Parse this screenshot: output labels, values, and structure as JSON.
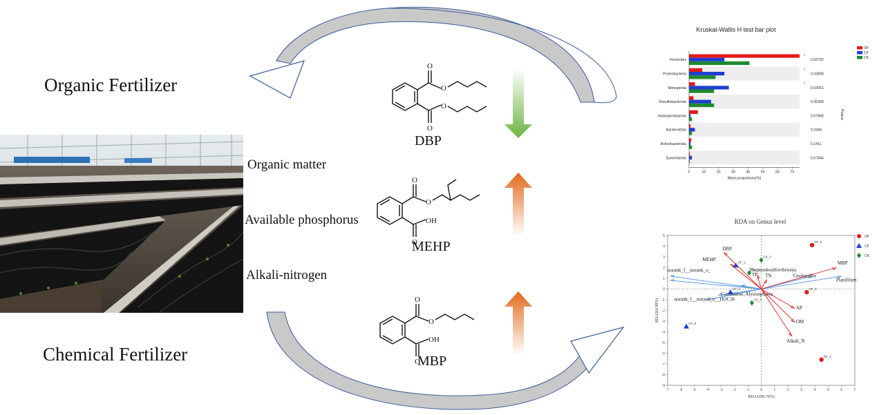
{
  "labels": {
    "organic": "Organic Fertilizer",
    "chemical": "Chemical Fertilizer",
    "factors": [
      "Organic matter",
      "Available phosphorus",
      "Alkali-nitrogen"
    ]
  },
  "chemicals": [
    {
      "name": "DBP",
      "trend": "down",
      "substituent": "O"
    },
    {
      "name": "MEHP",
      "trend": "up",
      "substituent": "OH"
    },
    {
      "name": "MBP",
      "trend": "up",
      "substituent": "OH"
    }
  ],
  "colors": {
    "OF": "#e31a1c",
    "CF": "#1f3fd0",
    "CK": "#1e8a2e",
    "arrow_green": "#74b94a",
    "arrow_orange": "#e27a2a",
    "env_arrow": "#e31a1c",
    "species_arrow": "#4a90e2"
  },
  "chart_data": [
    {
      "type": "bar",
      "orientation": "horizontal",
      "title": "Kruskal-Wallis H test bar plot",
      "xlabel": "Mean proportions(%)",
      "ylabel": "",
      "right_axis_label": "Pvalue",
      "xlim": [
        0,
        75
      ],
      "xticks": [
        0,
        10,
        20,
        30,
        40,
        50,
        60,
        70
      ],
      "categories": [
        "Firmicutes",
        "Proteobacteria",
        "Nitrospirota",
        "Desulfobacterota",
        "Halanaerobiaeota",
        "Bacteroidota",
        "Actinobacteriota",
        "Sumerlaeota"
      ],
      "series": [
        {
          "name": "OF",
          "values": [
            75,
            9,
            4,
            3,
            6,
            1,
            1.5,
            0.5
          ]
        },
        {
          "name": "CF",
          "values": [
            24,
            24,
            27,
            15,
            1,
            4,
            1,
            2
          ]
        },
        {
          "name": "CK",
          "values": [
            41,
            18,
            17,
            17,
            2,
            2,
            2,
            0.5
          ]
        }
      ],
      "pvalues": [
        "0.02732",
        "0.03899",
        "0.02651",
        "0.05358",
        "0.07868",
        "0.2444",
        "0.1411",
        "0.07844"
      ],
      "significant": [
        true,
        true,
        true,
        false,
        false,
        false,
        false,
        false
      ],
      "significance_mark": "*",
      "legend": "top-right"
    },
    {
      "type": "scatter",
      "title": "RDA on Genus level",
      "xlabel": "RDA1(80.70%)",
      "ylabel": "RDA2(6.98%)",
      "xlim": [
        -7,
        7
      ],
      "ylim": [
        -9,
        5
      ],
      "xticks": [
        -7,
        -6,
        -5,
        -4,
        -3,
        -2,
        -1,
        0,
        1,
        2,
        3,
        4,
        5,
        6,
        7
      ],
      "yticks": [
        5,
        4,
        3,
        2,
        1,
        0,
        -1,
        -2,
        -3,
        -4,
        -5,
        -6,
        -7,
        -8,
        -9
      ],
      "series": [
        {
          "name": "OF",
          "marker": "circle",
          "points": [
            {
              "label": "OF_2",
              "x": 3.8,
              "y": 4.1
            },
            {
              "label": "OF_3",
              "x": 3.4,
              "y": -0.3
            },
            {
              "label": "OF_1",
              "x": 4.5,
              "y": -6.6
            }
          ]
        },
        {
          "name": "CF",
          "marker": "triangle",
          "points": [
            {
              "label": "CF_2",
              "x": -1.9,
              "y": 2.2
            },
            {
              "label": "CF_1",
              "x": -2.3,
              "y": -0.3
            },
            {
              "label": "CF_3",
              "x": -5.6,
              "y": -3.5
            }
          ]
        },
        {
          "name": "CK",
          "marker": "diamond",
          "points": [
            {
              "label": "CK_3",
              "x": 0.0,
              "y": 2.7
            },
            {
              "label": "CK_1",
              "x": -0.9,
              "y": 1.5
            },
            {
              "label": "CK_2",
              "x": -0.7,
              "y": -1.3
            }
          ]
        }
      ],
      "env_vectors": [
        {
          "name": "DBP",
          "x": -2.8,
          "y": 3.4
        },
        {
          "name": "MEHP",
          "x": -2.3,
          "y": 2.3
        },
        {
          "name": "TP",
          "x": -0.3,
          "y": 1.3
        },
        {
          "name": "TN",
          "x": 0.4,
          "y": 0.9
        },
        {
          "name": "MBP",
          "x": 5.6,
          "y": 2.0
        },
        {
          "name": "AP",
          "x": 2.5,
          "y": -1.8
        },
        {
          "name": "OM",
          "x": 2.5,
          "y": -3.1
        },
        {
          "name": "Alkali_N",
          "x": 2.3,
          "y": -4.4
        }
      ],
      "species_vectors": [
        {
          "name": "norank_f__norank_o_",
          "x": -6.8,
          "y": 1.2
        },
        {
          "name": "norank_f__norank_o_",
          "x": -6.8,
          "y": 0.8
        },
        {
          "name": "Thermodesulfovibrionia",
          "x": -1.5,
          "y": 0.3
        },
        {
          "name": "Geobacillus",
          "x": 3.8,
          "y": 1.2
        },
        {
          "name": "Planifilum",
          "x": 6.0,
          "y": 1.2
        },
        {
          "name": "Candidatus_Alysiosphaera",
          "x": -3.2,
          "y": -0.6
        },
        {
          "name": "norank_f__norank_o__HOC36",
          "x": -4.0,
          "y": -1.0
        }
      ],
      "label_text": {
        "DBP": "DBP",
        "MEHP": "MEHP",
        "TP": "TP",
        "TN": "TN",
        "MBP": "MBP",
        "AP": "AP",
        "OM": "OM",
        "Alkali_N": "Alkali_N",
        "norank1": "norank_f__norank_o_",
        "thermo": "Thermodesulfovibrionia",
        "geob": "Geobacillus",
        "plani": "Planifilum",
        "cand": "Candidatus_Alysiosphaera",
        "norank2": "norank_f__norank_o__HOC36"
      },
      "legend": "top-right"
    }
  ]
}
